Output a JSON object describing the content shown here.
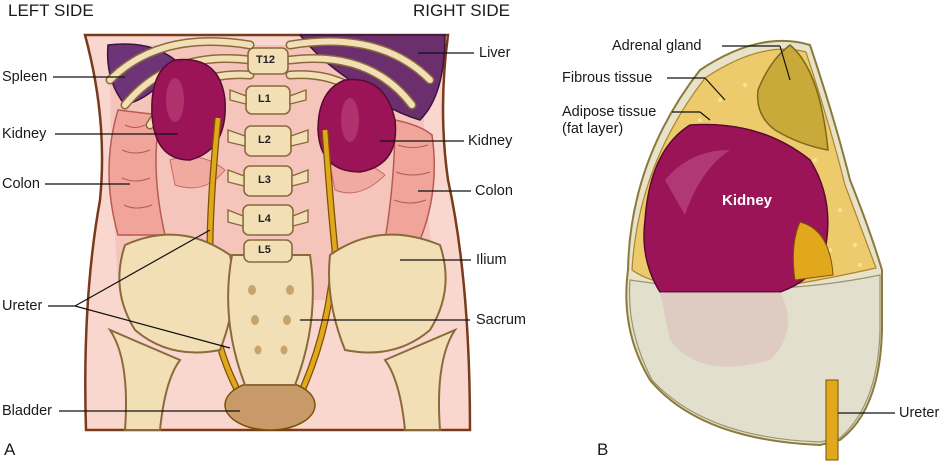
{
  "panel_a": {
    "letter": "A",
    "side_left": "LEFT SIDE",
    "side_right": "RIGHT SIDE",
    "labels": {
      "spleen": "Spleen",
      "kidney_left": "Kidney",
      "colon_left": "Colon",
      "ureter": "Ureter",
      "bladder": "Bladder",
      "liver": "Liver",
      "kidney_right": "Kidney",
      "colon_right": "Colon",
      "ilium": "Ilium",
      "sacrum": "Sacrum"
    },
    "vertebrae": [
      "T12",
      "L1",
      "L2",
      "L3",
      "L4",
      "L5"
    ]
  },
  "panel_b": {
    "letter": "B",
    "labels": {
      "adrenal": "Adrenal gland",
      "fibrous": "Fibrous tissue",
      "adipose_1": "Adipose tissue",
      "adipose_2": "(fat layer)",
      "kidney": "Kidney",
      "ureter": "Ureter"
    }
  },
  "colors": {
    "kidney": "#9b1457",
    "bone": "#f3dfb5",
    "skin": "#f7cfc4",
    "fat": "#e9c35d",
    "adrenal": "#c9a93a",
    "ureter": "#e2a81d",
    "liver": "#6b2f6e"
  }
}
